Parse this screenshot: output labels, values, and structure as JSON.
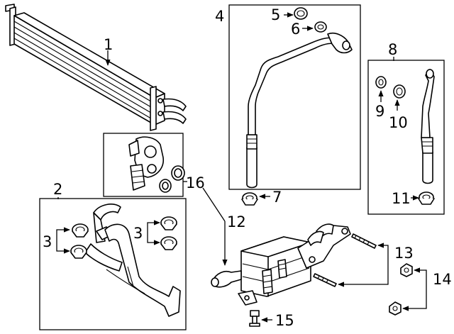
{
  "callouts": {
    "c1": "1",
    "c2": "2",
    "c3a": "3",
    "c3b": "3",
    "c4": "4",
    "c5": "5",
    "c6": "6",
    "c7": "7",
    "c8": "8",
    "c9": "9",
    "c10": "10",
    "c11": "11",
    "c12": "12",
    "c13": "13",
    "c14": "14",
    "c15": "15",
    "c16": "16"
  }
}
